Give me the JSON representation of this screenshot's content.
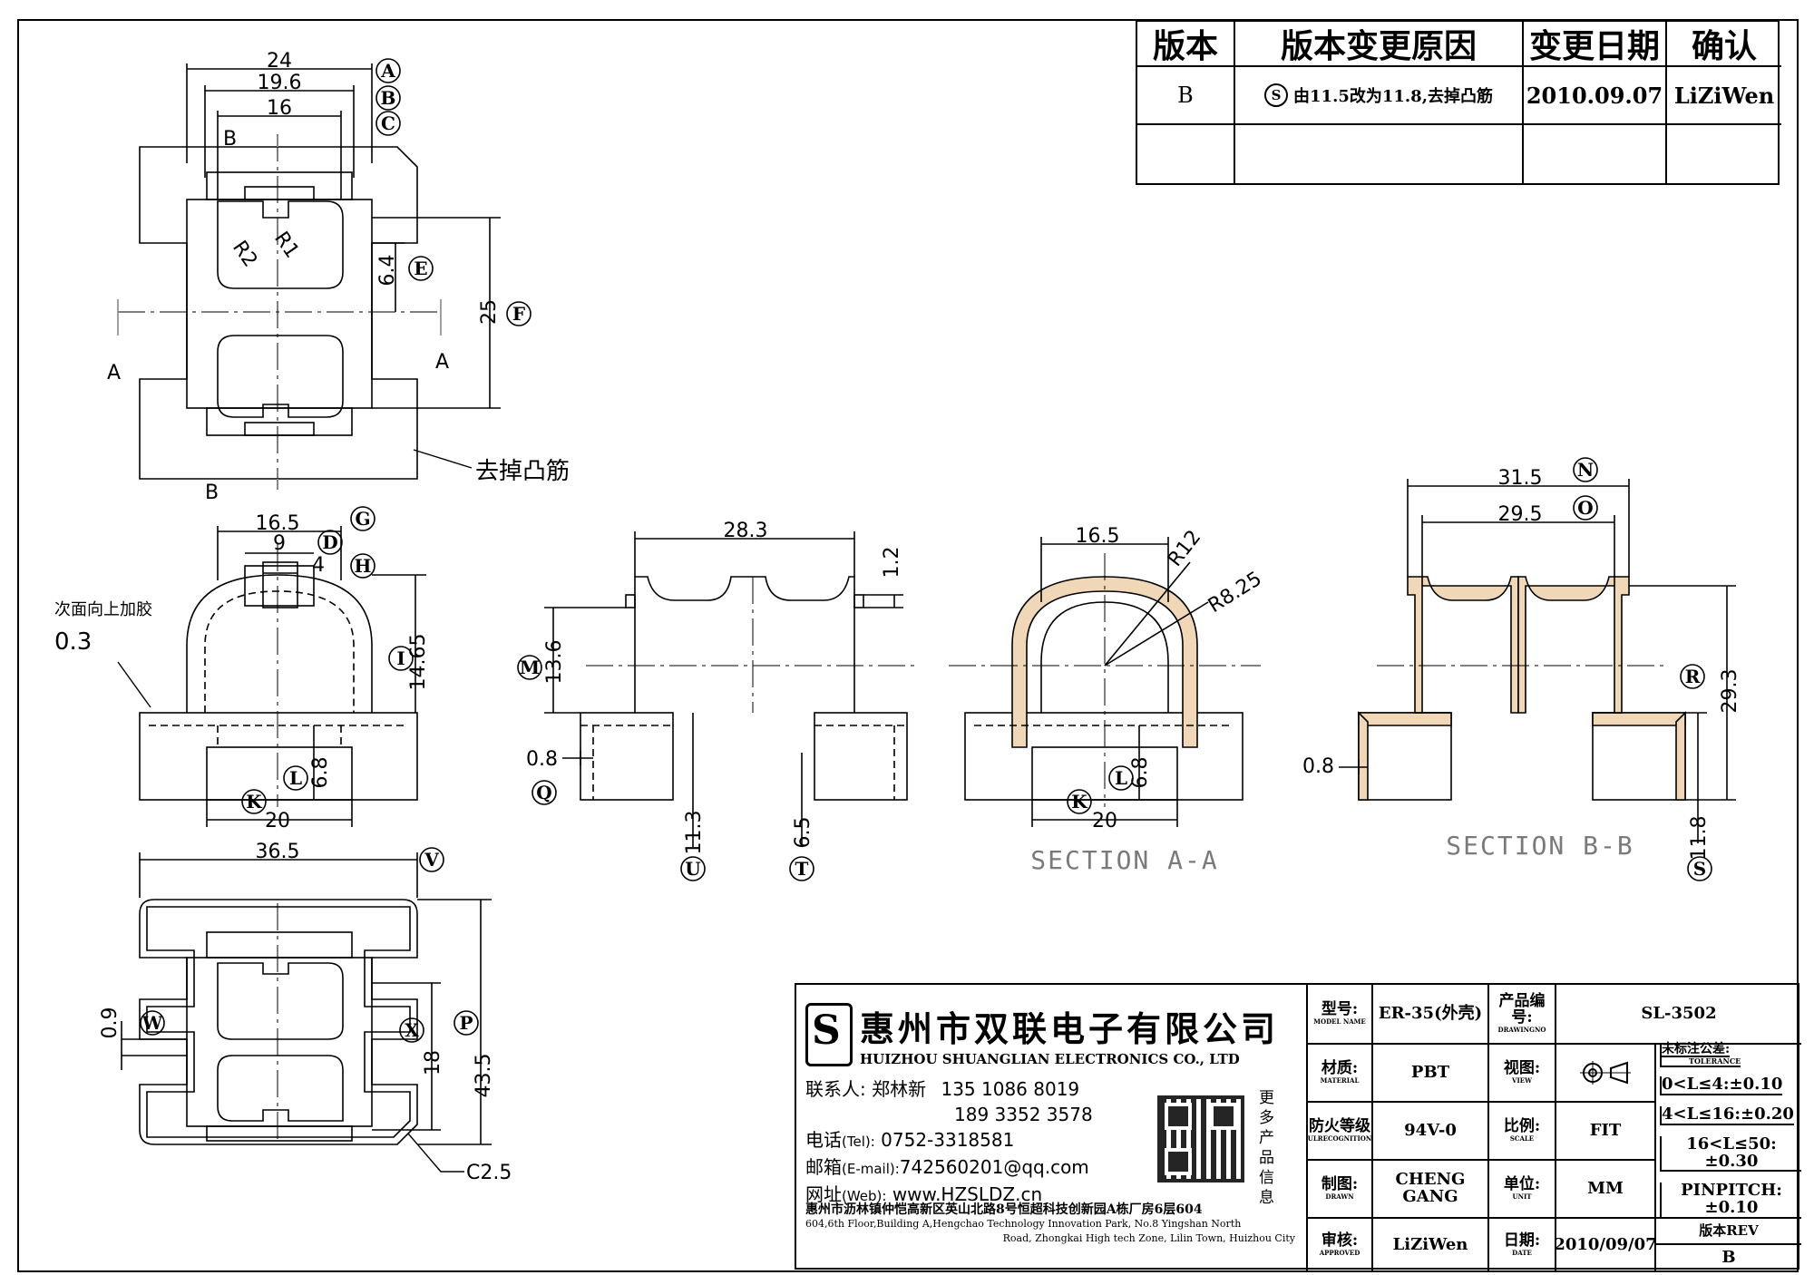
{
  "revision_table": {
    "headers": [
      "版本",
      "版本变更原因",
      "变更日期",
      "确认"
    ],
    "rows": [
      {
        "version": "B",
        "reason_mark": "S",
        "reason": "由11.5改为11.8,去掉凸筋",
        "date": "2010.09.07",
        "confirm": "LiZiWen"
      },
      {
        "version": "",
        "reason_mark": "",
        "reason": "",
        "date": "",
        "confirm": ""
      }
    ]
  },
  "top_view": {
    "dims": [
      "24",
      "19.6",
      "16",
      "6.4",
      "25"
    ],
    "markers": [
      "A",
      "B",
      "C",
      "E",
      "F"
    ],
    "radii": [
      "R2",
      "R1"
    ],
    "section_marks": [
      "B",
      "A",
      "A",
      "B"
    ],
    "note": "去掉凸筋"
  },
  "front_view": {
    "dims": [
      "16.5",
      "9",
      "4",
      "14.65",
      "6.8",
      "20"
    ],
    "markers": [
      "G",
      "D",
      "H",
      "I",
      "L",
      "K"
    ],
    "note": "次面向上加胶",
    "note_value": "0.3"
  },
  "bottom_view": {
    "dims": [
      "36.5",
      "0.9",
      "18",
      "43.5",
      "C2.5"
    ],
    "markers": [
      "V",
      "W",
      "X",
      "P"
    ]
  },
  "side_view": {
    "dims": [
      "28.3",
      "1.2",
      "13.6",
      "0.8",
      "11.3",
      "6.5"
    ],
    "markers": [
      "M",
      "Q",
      "U",
      "T"
    ]
  },
  "section_aa": {
    "title": "SECTION A-A",
    "dims": [
      "16.5",
      "R12",
      "R8.25",
      "6.8",
      "20"
    ],
    "markers": [
      "L",
      "K"
    ]
  },
  "section_bb": {
    "title": "SECTION B-B",
    "dims": [
      "31.5",
      "29.5",
      "29.3",
      "0.8",
      "11.8"
    ],
    "markers": [
      "N",
      "O",
      "R",
      "S"
    ]
  },
  "title_block": {
    "company_cn": "惠州市双联电子有限公司",
    "company_en": "HUIZHOU SHUANGLIAN ELECTRONICS CO., LTD",
    "contact_label": "联系人:",
    "contact_name": "郑林新",
    "phone1": "135 1086 8019",
    "phone2": "189 3352 3578",
    "tel_label": "电话",
    "tel_en": "(Tel):",
    "tel": "0752-3318581",
    "email_label": "邮箱",
    "email_en": "(E-mail):",
    "email": "742560201@qq.com",
    "web_label": "网址",
    "web_en": "(Web):",
    "web": "www.HZSLDZ.cn",
    "more_products": "更多产品信息",
    "address_cn": "惠州市沥林镇仲恺高新区英山北路8号恒超科技创新园A栋厂房6层604",
    "address_en_1": "604,6th Floor,Building A,Hengchao Technology Innovation Park, No.8 Yingshan North",
    "address_en_2": "Road, Zhongkai High tech Zone, Lilin Town, Huizhou City",
    "model_label": "型号:",
    "model_label_en": "MODEL NAME",
    "model": "ER-35(外壳)",
    "drawing_label": "产品编号:",
    "drawing_label_en": "DRAWINGNO",
    "drawing_no": "SL-3502",
    "material_label": "材质:",
    "material_label_en": "MATERIAL",
    "material": "PBT",
    "view_label": "视图:",
    "view_label_en": "VIEW",
    "flame_label": "防火等级",
    "flame_label_en": "ULRECOGNITION",
    "flame": "94V-0",
    "scale_label": "比例:",
    "scale_label_en": "SCALE",
    "scale": "FIT",
    "drawn_label": "制图:",
    "drawn_label_en": "DRAWN",
    "drawn": "CHENG GANG",
    "unit_label": "单位:",
    "unit_label_en": "UNIT",
    "unit": "MM",
    "approved_label": "审核:",
    "approved_label_en": "APPROVED",
    "approved": "LiZiWen",
    "date_label": "日期:",
    "date_label_en": "DATE",
    "date": "2010/09/07",
    "rev_label": "版本REV",
    "rev": "B",
    "tolerance_title": "未标注公差:",
    "tolerance_title_en": "TOLERANCE",
    "tolerances": [
      "0<L≤4:±0.10",
      "4<L≤16:±0.20",
      "16<L≤50:±0.30",
      "PINPITCH:±0.10"
    ]
  }
}
